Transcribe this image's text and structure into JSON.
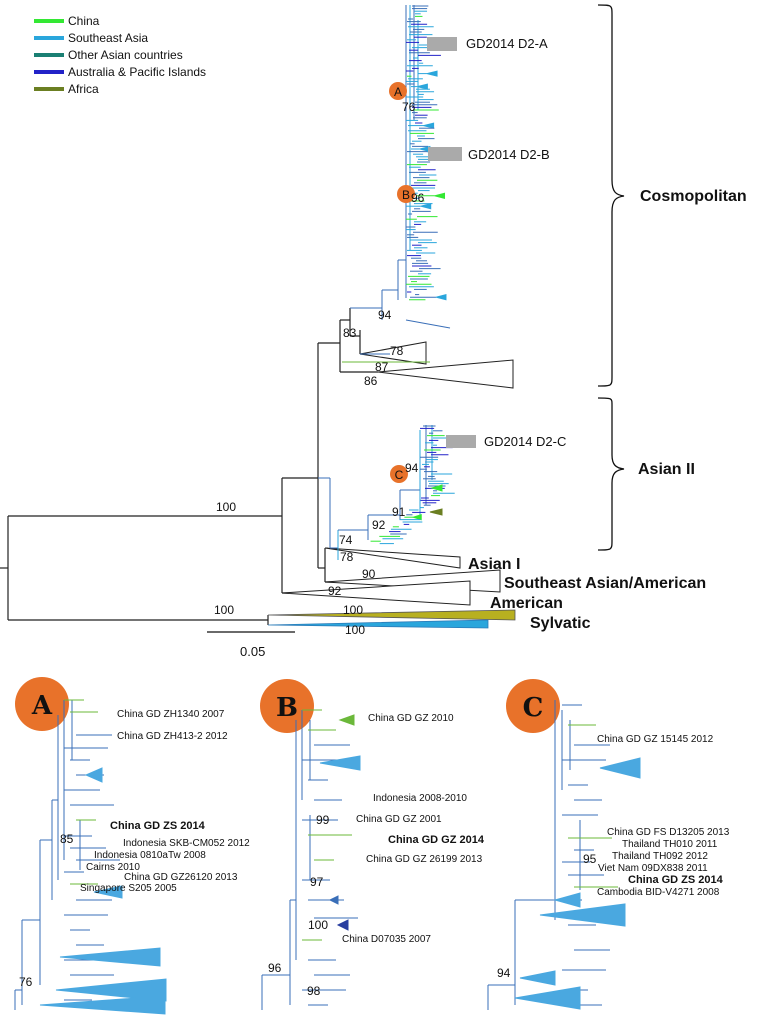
{
  "legend": {
    "items": [
      {
        "label": "China",
        "color": "#33e833"
      },
      {
        "label": "Southeast Asia",
        "color": "#2aa6dc"
      },
      {
        "label": "Other Asian countries",
        "color": "#1a7f73"
      },
      {
        "label": "Australia & Pacific Islands",
        "color": "#2222c8"
      },
      {
        "label": "Africa",
        "color": "#6b7f22"
      }
    ]
  },
  "clades": {
    "cosmopolitan": "Cosmopolitan",
    "asian2": "Asian II",
    "asian1": "Asian I",
    "sea_american": "Southeast Asian/American",
    "american": "American",
    "sylvatic": "Sylvatic"
  },
  "highlights": {
    "a": "GD2014 D2-A",
    "b": "GD2014 D2-B",
    "c": "GD2014 D2-C"
  },
  "markers": {
    "a": "A",
    "b": "B",
    "c": "C"
  },
  "bootstrap": {
    "b76": "76",
    "b96": "96",
    "b94a": "94",
    "b83": "83",
    "b78": "78",
    "b87": "87",
    "b86": "86",
    "b94c": "94",
    "b91": "91",
    "b92": "92",
    "b74": "74",
    "b78b": "78",
    "b100a": "100",
    "b90": "90",
    "b92b": "92",
    "b100b": "100",
    "b100c": "100",
    "b100d": "100"
  },
  "scale_bar": "0.05",
  "panel_a": {
    "marker": "A",
    "tips": [
      "China GD ZH1340 2007",
      "China GD ZH413-2 2012",
      "China GD ZS 2014",
      "Indonesia SKB-CM052 2012",
      "Indonesia 0810aTw 2008",
      "Cairns 2010",
      "China GD GZ26120 2013",
      "Singapore S205 2005"
    ],
    "boot": [
      "85",
      "76"
    ]
  },
  "panel_b": {
    "marker": "B",
    "tips": [
      "China GD GZ 2010",
      "Indonesia 2008-2010",
      "China GD GZ 2001",
      "China GD GZ 2014",
      "China GD GZ 26199 2013",
      "China D07035 2007"
    ],
    "boot": [
      "99",
      "97",
      "100",
      "96",
      "98"
    ]
  },
  "panel_c": {
    "marker": "C",
    "tips": [
      "China GD GZ 15145 2012",
      "China GD FS D13205 2013",
      "Thailand TH010 2011",
      "Thailand TH092 2012",
      "Viet Nam 09DX838 2011",
      "China GD ZS 2014",
      "Cambodia BID-V4271 2008"
    ],
    "boot": [
      "95",
      "94"
    ]
  },
  "colors": {
    "branch_blue": "#3a6fb8",
    "branch_cyan": "#2aa6dc",
    "highlight_gray": "#aaaaaa",
    "marker_orange": "#e8722a",
    "sylvatic_olive": "#b8b020"
  }
}
